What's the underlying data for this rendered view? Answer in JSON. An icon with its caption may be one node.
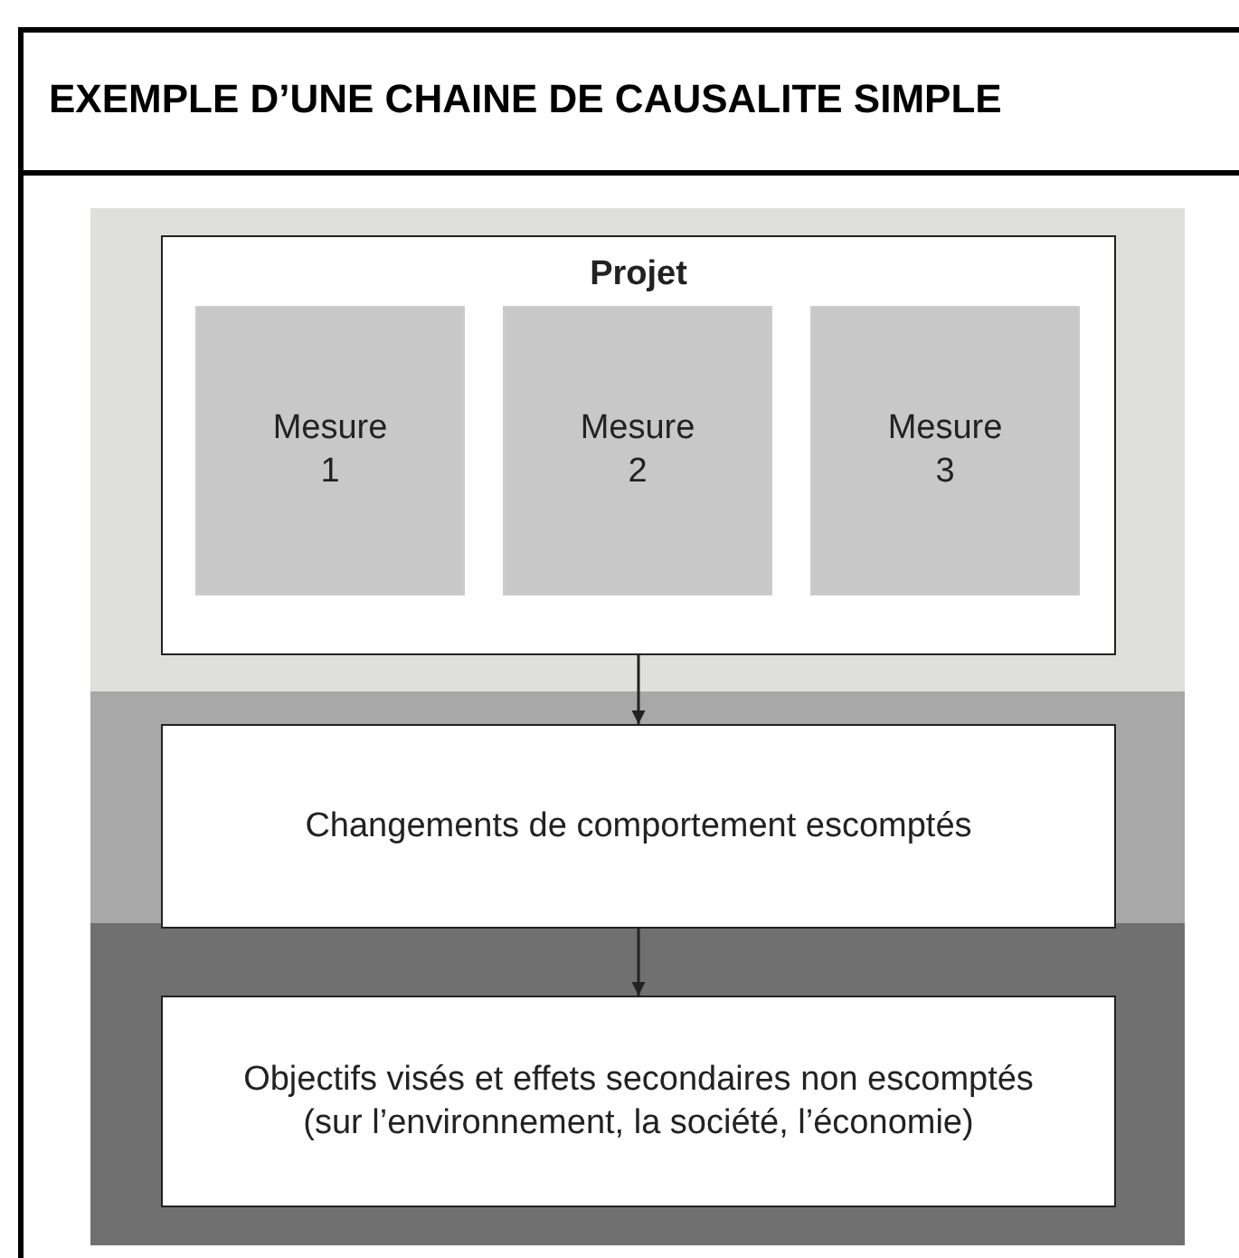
{
  "diagram": {
    "title": "EXEMPLE D’UNE CHAINE DE CAUSALITE SIMPLE",
    "nodes": [
      {
        "text": [
          "Projet"
        ]
      },
      {
        "text": [
          "Mesure 1"
        ],
        "in": 0
      },
      {
        "text": [
          "Mesure 2"
        ],
        "in": 0
      },
      {
        "text": [
          "Mesure 3"
        ],
        "in": 0
      },
      {
        "text": [
          "Changements de comportement escomptés"
        ]
      },
      {
        "text": [
          "Objectifs visés et effets secondaires non escomptés (sur l’environnement, la société, l’économie)"
        ]
      }
    ],
    "edges": [
      {
        "from": 0,
        "to": 4,
        "arrow": "to"
      },
      {
        "from": 4,
        "to": 5,
        "arrow": "to"
      }
    ]
  }
}
